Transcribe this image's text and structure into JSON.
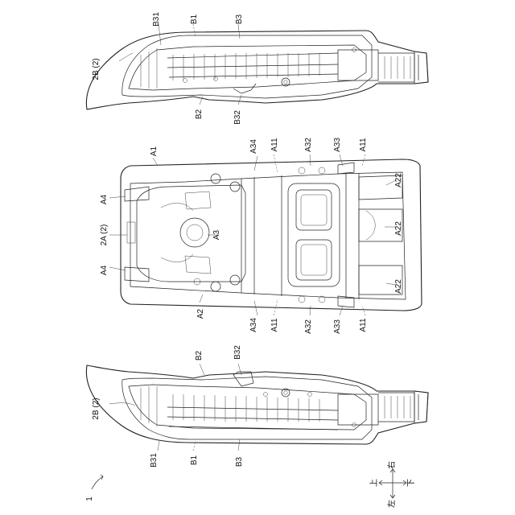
{
  "figure_number": "1",
  "direction": {
    "up": "上",
    "down": "下",
    "left": "左",
    "right": "右"
  },
  "top_part": {
    "name": "2B (2)",
    "labels": {
      "b31": "B31",
      "b1": "B1",
      "b3": "B3",
      "b2": "B2",
      "b32": "B32"
    }
  },
  "middle_part": {
    "name": "2A (2)",
    "labels": {
      "a1": "A1",
      "a4_top": "A4",
      "a4_bottom": "A4",
      "a3": "A3",
      "a2": "A2",
      "a34_top": "A34",
      "a34_bottom": "A34",
      "a11_top_left": "A11",
      "a11_top_right": "A11",
      "a11_bottom_left": "A11",
      "a11_bottom_right": "A11",
      "a32_top": "A32",
      "a32_bottom": "A32",
      "a33_top": "A33",
      "a33_bottom": "A33",
      "a22_1": "A22",
      "a22_2": "A22",
      "a22_3": "A22"
    }
  },
  "bottom_part": {
    "name": "2B (2)",
    "labels": {
      "b2": "B2",
      "b32": "B32",
      "b31": "B31",
      "b1": "B1",
      "b3": "B3"
    }
  }
}
